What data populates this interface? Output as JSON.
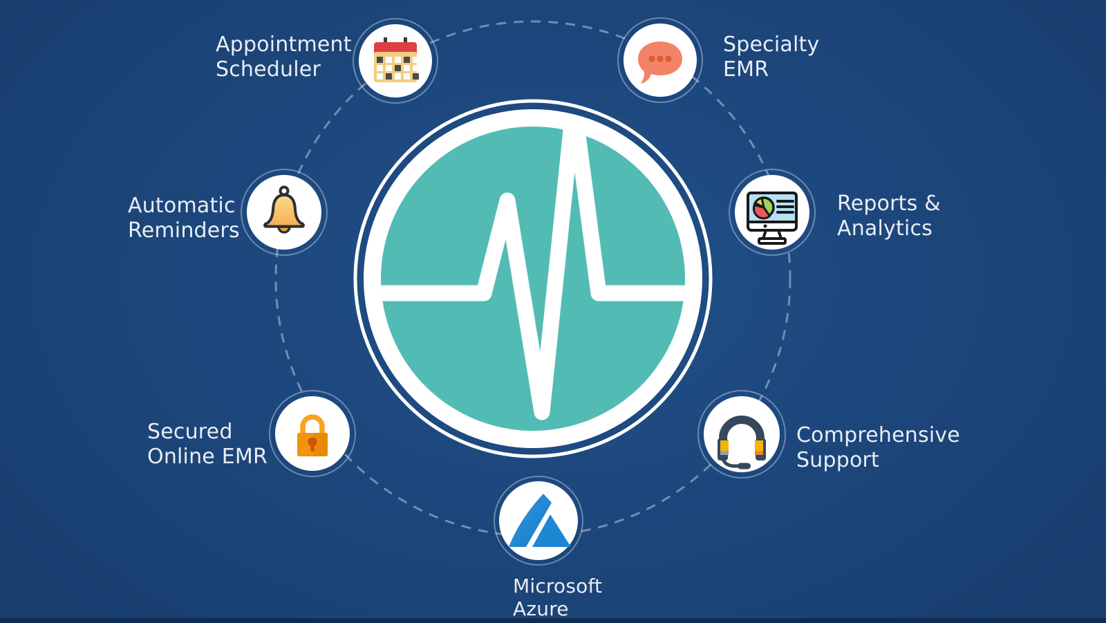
{
  "diagram": {
    "title_hidden": "",
    "center_logo": {
      "icon": "pulse-ekg-logo",
      "circle_color": "#52bcb4",
      "waveform_color": "#ffffff"
    },
    "features": [
      {
        "id": "appointment-scheduler",
        "line1": "Appointment",
        "line2": "Scheduler",
        "icon": "calendar-icon"
      },
      {
        "id": "specialty-emr",
        "line1": "Specialty",
        "line2": "EMR",
        "icon": "chat-bubble-icon"
      },
      {
        "id": "automatic-reminders",
        "line1": "Automatic",
        "line2": "Reminders",
        "icon": "bell-icon"
      },
      {
        "id": "reports-analytics",
        "line1": "Reports &",
        "line2": "Analytics",
        "icon": "analytics-monitor-icon"
      },
      {
        "id": "secured-online-emr",
        "line1": "Secured",
        "line2": "Online EMR",
        "icon": "padlock-icon"
      },
      {
        "id": "comprehensive-support",
        "line1": "Comprehensive",
        "line2": "Support",
        "icon": "headset-icon"
      },
      {
        "id": "microsoft-azure",
        "line1": "Microsoft",
        "line2": "Azure",
        "icon": "azure-logo-icon"
      }
    ],
    "colors": {
      "background": "#1c4579",
      "teal": "#52bcb4",
      "text": "#e9edf4",
      "dashed_ring": "#8fa6c6",
      "calendar_red": "#dd4040",
      "calendar_tan": "#f5cc83",
      "bubble_coral": "#f28366",
      "bell_gold": "#f7c46a",
      "monitor_screen": "#b6e0f3",
      "pie_green": "#9ed45c",
      "pie_red": "#e85b5b",
      "pie_yellow": "#f4d243",
      "lock_orange": "#f19210",
      "lock_shackle": "#f7a41f",
      "headset_slate": "#35485b",
      "headset_yellow": "#f3b50c",
      "azure_blue": "#1e87d3"
    }
  }
}
